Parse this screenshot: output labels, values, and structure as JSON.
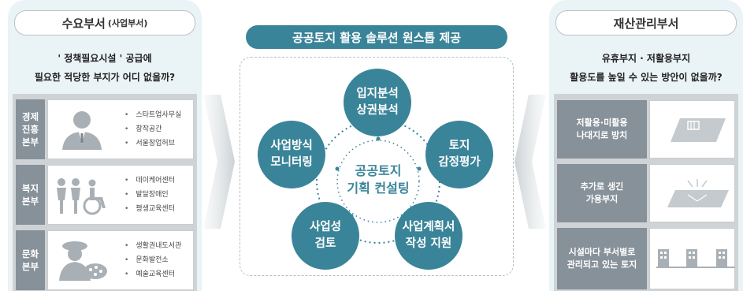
{
  "left_panel": {
    "title": "수요부서",
    "title_sub": "(사업부서)",
    "question_line1": "' 정책필요시설 ' 공급에",
    "question_line2": "필요한 적당한 부지가 어디 없을까?",
    "departments": [
      {
        "label": "경제\n진흥\n본부",
        "icon": "business-person-icon",
        "items": [
          "스타트업사무실",
          "창작공간",
          "서울창업허브"
        ]
      },
      {
        "label": "복지\n본부",
        "icon": "family-wheelchair-icon",
        "items": [
          "데이케어센터",
          "발달장애인",
          "평생교육센터"
        ]
      },
      {
        "label": "문화\n본부",
        "icon": "artist-palette-icon",
        "items": [
          "생활권내도서관",
          "문화발전소",
          "예술교육센터"
        ]
      }
    ]
  },
  "center": {
    "banner": "공공토지 활용 솔루션 원스톱 제공",
    "hub": "공공토지\n기획 컨설팅",
    "nodes": [
      {
        "label": "입지분석\n상권분석"
      },
      {
        "label": "토지\n감정평가"
      },
      {
        "label": "사업계획서\n작성 지원"
      },
      {
        "label": "사업성\n검토"
      },
      {
        "label": "사업방식\n모니터링"
      }
    ]
  },
  "right_panel": {
    "title": "재산관리부서",
    "question_line1": "유휴부지 · 저활용부지",
    "question_line2": "활용도를 높일 수 있는 방안이 없을까?",
    "problems": [
      {
        "label": "저활용·미활용\n나대지로 방치",
        "icon": "vacant-lot-icon"
      },
      {
        "label": "추가로 생긴\n가용부지",
        "icon": "new-land-icon"
      },
      {
        "label": "시설마다 부서별로\n관리되고 있는 토지",
        "icon": "buildings-icon"
      }
    ]
  },
  "colors": {
    "accent": "#3a8499",
    "label_grey": "#87919a",
    "panel_bg": "#eaf3f6"
  }
}
